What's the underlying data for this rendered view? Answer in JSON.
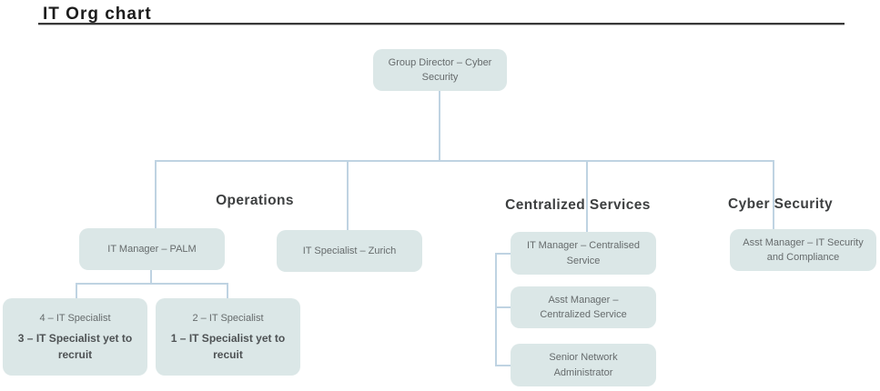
{
  "title": "IT Org chart",
  "colors": {
    "box_fill": "#dbe7e7",
    "connector": "#bfd3e2",
    "box_text": "#666b6c",
    "header_text": "#3d3f40",
    "title_text": "#1c1c1c"
  },
  "section_headers": {
    "operations": "Operations",
    "centralized_services": "Centralized Services",
    "cyber_security": "Cyber Security"
  },
  "nodes": {
    "root": {
      "label": "Group Director – Cyber\nSecurity"
    },
    "it_manager_palm": {
      "label": "IT Manager – PALM"
    },
    "it_specialist_zurich": {
      "label": "IT Specialist – Zurich"
    },
    "it_manager_centralised": {
      "label": "IT Manager – Centralised\nService"
    },
    "asst_manager_it_security": {
      "label": "Asst Manager – IT Security\nand Compliance"
    },
    "it_specialists_group1": {
      "line1": "4 – IT Specialist",
      "line2": "3 – IT Specialist yet to\nrecruit"
    },
    "it_specialists_group2": {
      "line1": "2 – IT Specialist",
      "line2": "1 – IT Specialist yet to\nrecuit"
    },
    "asst_manager_centralized": {
      "label": "Asst Manager –\nCentralized Service"
    },
    "senior_network_admin": {
      "label": "Senior Network\nAdministrator"
    }
  }
}
